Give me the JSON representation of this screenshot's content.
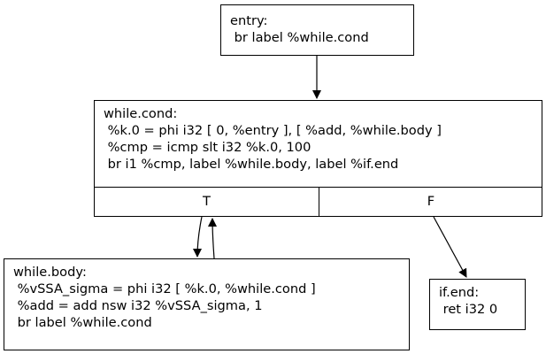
{
  "nodes": {
    "entry": {
      "label": "entry:",
      "lines": [
        " br label %while.cond"
      ]
    },
    "while_cond": {
      "label": "while.cond:",
      "lines": [
        " %k.0 = phi i32 [ 0, %entry ], [ %add, %while.body ]",
        " %cmp = icmp slt i32 %k.0, 100",
        " br i1 %cmp, label %while.body, label %if.end"
      ],
      "ports": {
        "true": "T",
        "false": "F"
      }
    },
    "while_body": {
      "label": "while.body:",
      "lines": [
        " %vSSA_sigma = phi i32 [ %k.0, %while.cond ]",
        " %add = add nsw i32 %vSSA_sigma, 1",
        " br label %while.cond"
      ]
    },
    "if_end": {
      "label": "if.end:",
      "lines": [
        " ret i32 0"
      ]
    }
  },
  "edges": [
    {
      "from": "entry",
      "to": "while.cond"
    },
    {
      "from": "while.cond:T",
      "to": "while.body"
    },
    {
      "from": "while.body",
      "to": "while.cond:T"
    },
    {
      "from": "while.cond:F",
      "to": "if.end"
    }
  ]
}
